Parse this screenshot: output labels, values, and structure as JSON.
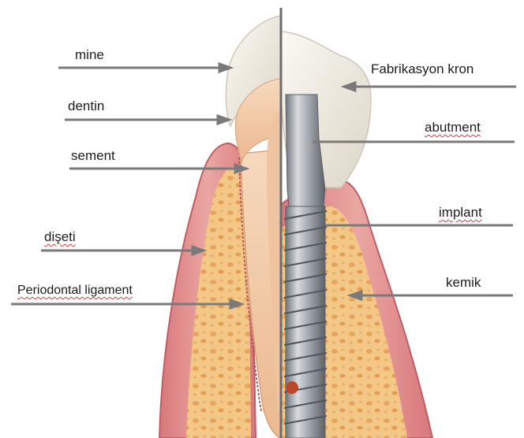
{
  "diagram": {
    "left_labels": {
      "mine": "mine",
      "dentin": "dentin",
      "sement": "sement",
      "diseti": "dişeti",
      "periodontal": "Periodontal ligament"
    },
    "right_labels": {
      "crown": "Fabrikasyon kron",
      "abutment": "abutment",
      "implant": "implant",
      "kemik": "kemik"
    },
    "colors": {
      "gum": "#e49a96",
      "gum_edge": "#c9606a",
      "bone": "#f1c27d",
      "bone_spot": "#e8a558",
      "enamel": "#f1ede4",
      "dentin": "#f2cfae",
      "metal": "#a3a8ae",
      "leader": "#7a7a7a"
    }
  }
}
